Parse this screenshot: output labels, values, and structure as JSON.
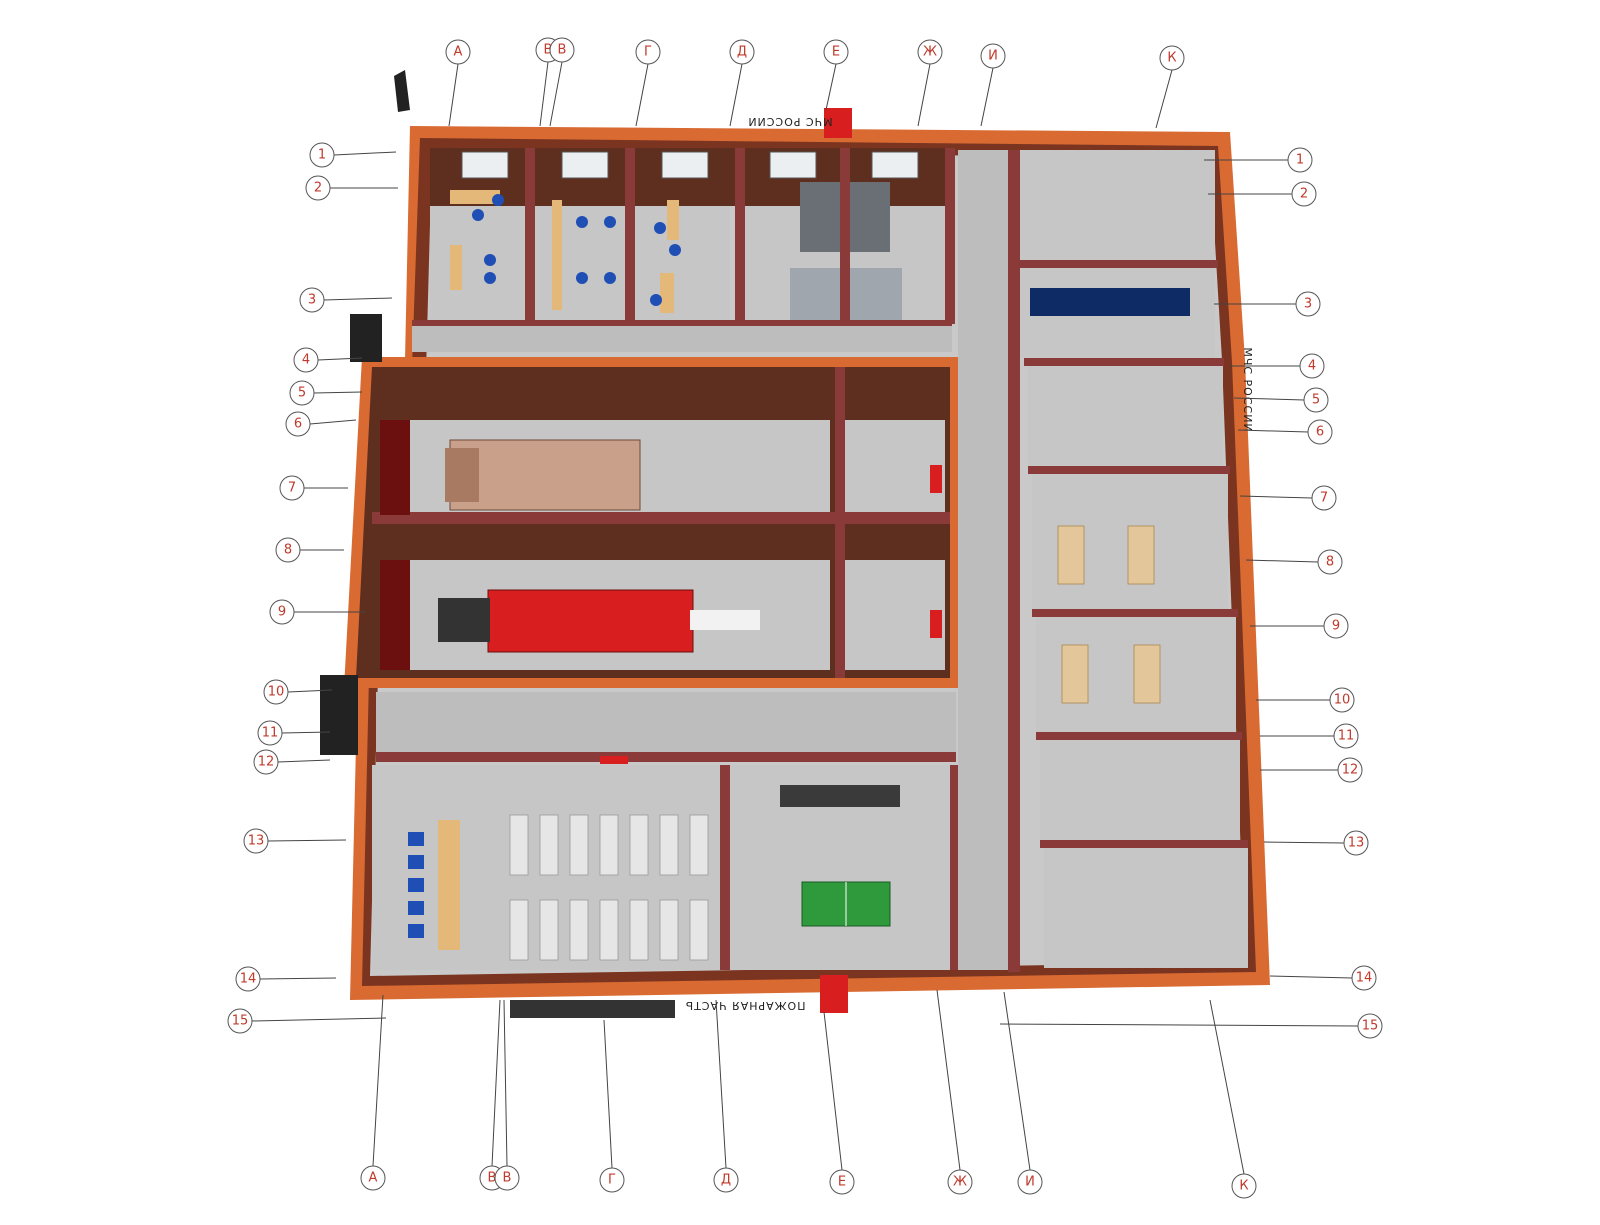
{
  "axes_columns": [
    "А",
    "В",
    "В",
    "Г",
    "Д",
    "Е",
    "Ж",
    "И",
    "К"
  ],
  "axes_rows": [
    "1",
    "2",
    "3",
    "4",
    "5",
    "6",
    "7",
    "8",
    "9",
    "10",
    "11",
    "12",
    "13",
    "14",
    "15"
  ],
  "signs": {
    "top_facade": "МЧС РОССИИ",
    "right_facade": "МЧС РОССИИ",
    "bottom_facade": "ПОЖАРНАЯ ЧАСТЬ"
  },
  "colors": {
    "outer_wall": "#d86a32",
    "inner_wall": "#8b3a3a",
    "floor": "#c9c9c9",
    "fire_truck": "#d81e1e",
    "ping_pong_table": "#2e9a3c",
    "furniture": "#e3b878",
    "chairs": "#1f4fb4"
  }
}
